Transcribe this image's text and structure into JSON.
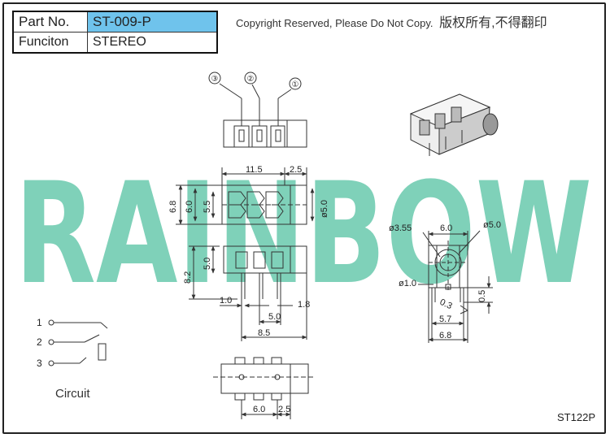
{
  "info_table": {
    "part_no_label": "Part No.",
    "part_no_value": "ST-009-P",
    "function_label": "Funciton",
    "function_value": "STEREO"
  },
  "copyright": {
    "en": "Copyright Reserved, Please Do Not Copy.",
    "cn": "版权所有,不得翻印"
  },
  "watermark": "RAINBOW",
  "drawing_code": "ST122P",
  "circuit": {
    "label": "Circuit",
    "pins": [
      "1",
      "2",
      "3"
    ]
  },
  "pin_markers": [
    "③",
    "②",
    "①"
  ],
  "dimensions": {
    "d_11_5": "11.5",
    "d_2_5_top": "2.5",
    "d_6_8_left": "6.8",
    "d_6_0_left": "6.0",
    "d_5_5": "5.5",
    "d_phi5_0_side": "ø5.0",
    "d_8_2": "8.2",
    "d_5_0_left": "5.0",
    "d_1_0": "1.0",
    "d_1_8": "1.8",
    "d_5_0_mid": "5.0",
    "d_8_5": "8.5",
    "d_6_0_bot": "6.0",
    "d_2_5_bot": "2.5",
    "d_phi3_55": "ø3.55",
    "d_6_0_front": "6.0",
    "d_phi5_0_front": "ø5.0",
    "d_phi1_0": "ø1.0",
    "d_0_5": "0.5",
    "d_0_3": "0.3",
    "d_5_7": "5.7",
    "d_6_8_front": "6.8"
  },
  "colors": {
    "watermark": "#7fd1b9",
    "header_highlight": "#6fc3ec",
    "line": "#333333"
  }
}
